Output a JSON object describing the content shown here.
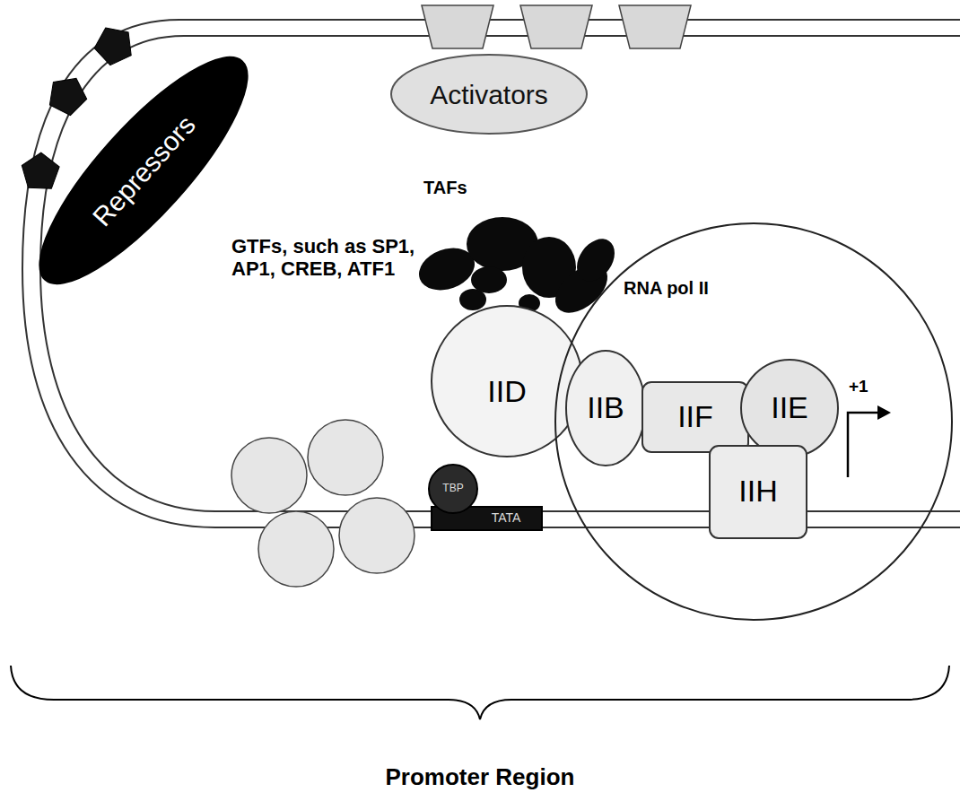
{
  "diagram": {
    "nodes": [
      {
        "text": [
          "Repressors"
        ]
      },
      {
        "text": [
          "Activators"
        ]
      },
      {
        "text": [
          "RNA pol II"
        ]
      },
      {
        "text": [
          "IID"
        ]
      },
      {
        "text": [
          "TATA"
        ]
      },
      {
        "text": [
          "TBP"
        ]
      },
      {
        "text": [
          "IIB"
        ],
        "in": 2
      },
      {
        "text": [
          "IIF"
        ],
        "in": 2
      },
      {
        "text": [
          "IIE"
        ],
        "in": 2
      },
      {
        "text": [
          "IIH"
        ],
        "in": 2
      }
    ],
    "labels": [
      "TAFs",
      "GTFs, such as SP1, AP1, CREB, ATF1",
      "+1",
      "Promoter Region"
    ]
  }
}
